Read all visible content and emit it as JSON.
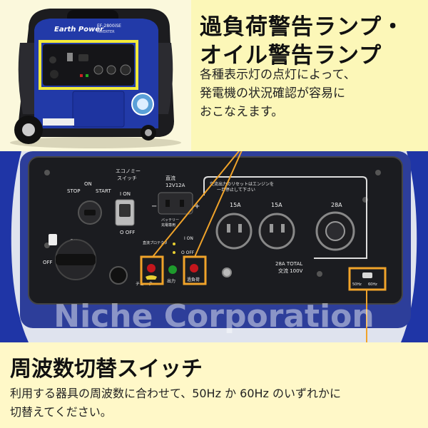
{
  "header": {
    "title_line1": "過負荷警告ランプ・",
    "title_line2": "オイル警告ランプ",
    "description_lines": [
      "各種表示灯の点灯によって、",
      "発電機の状況確認が容易に",
      "おこなえます。"
    ]
  },
  "generator": {
    "brand": "Earth Power",
    "model": "EF-2800iSE",
    "model_sub": "INVERTER"
  },
  "panel": {
    "stop_label": "STOP",
    "on_label": "ON",
    "start_label": "START",
    "eco_label_1": "エコノミー",
    "eco_label_2": "スイッチ",
    "eco_on": "I ON",
    "eco_off": "O OFF",
    "dc_label_1": "直流",
    "dc_label_2": "12V12A",
    "dc_minus": "−",
    "dc_plus": "+",
    "battery_label_1": "バッテリー",
    "battery_label_2": "充電専用",
    "reset_note_1": "交流出力のリセットはエンジンを",
    "reset_note_2": "一旦停止して下さい",
    "outlet_15a_1": "15A",
    "outlet_15a_2": "15A",
    "outlet_28a": "28A",
    "total_label": "28A TOTAL",
    "ac_label": "交流 100V",
    "fuel_on": "ON",
    "fuel_off": "OFF",
    "parallel_label": "直流プロテクタ",
    "lamp_on": "I ON",
    "lamp_off": "O OFF",
    "output_label": "出力",
    "overload_label": "過負荷",
    "choke_label": "チョーク",
    "hz50": "50Hz",
    "hz60": "60Hz"
  },
  "watermark": "Niche Corporation",
  "footer": {
    "title": "周波数切替スイッチ",
    "description_line1": "利用する器具の周波数に合わせて、50Hz か 60Hz のいずれかに",
    "description_line2": "切替えてください。"
  },
  "colors": {
    "highlight": "#f2ea3a",
    "callout_line": "#f0a32a",
    "panel_dark": "#1a1b1f",
    "housing_blue": "#1d2f9a"
  }
}
